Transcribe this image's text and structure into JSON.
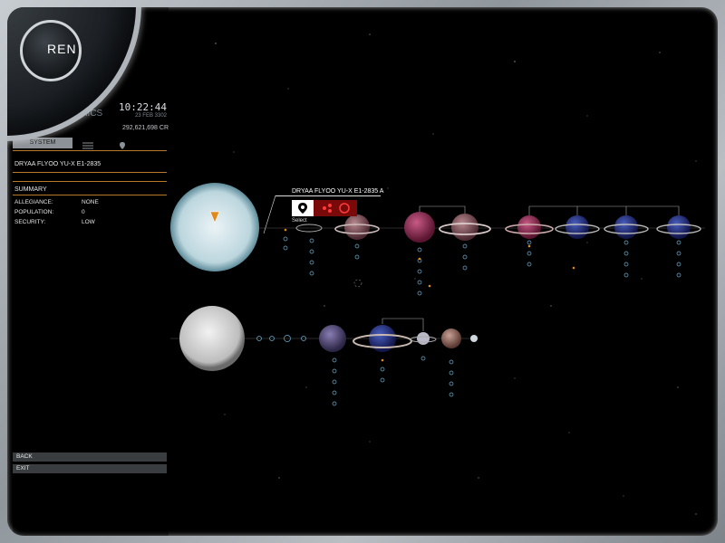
{
  "header": {
    "logo_text": "REN",
    "graphics_text": "APHICS",
    "time": "10:22:44",
    "date": "23 FEB 3302",
    "credits": "292,621,698 CR"
  },
  "tabs": {
    "system_label": "SYSTEM",
    "list_icon": "list-icon",
    "pin_icon": "map-pin-icon"
  },
  "system": {
    "name": "DRYAA FLYOO YU-X E1-2835",
    "summary_title": "SUMMARY",
    "rows": [
      {
        "label": "ALLEGIANCE:",
        "value": "NONE"
      },
      {
        "label": "POPULATION:",
        "value": "0"
      },
      {
        "label": "SECURITY:",
        "value": "LOW"
      }
    ]
  },
  "buttons": {
    "back": "BACK",
    "exit": "EXIT"
  },
  "popup": {
    "title": "DRYAA FLYOO YU-X E1-2835 A",
    "select_label": "Select"
  },
  "colors": {
    "accent": "#b87a2a",
    "tab_bg": "#8d9298",
    "popup_red": "#7a0a0a"
  }
}
